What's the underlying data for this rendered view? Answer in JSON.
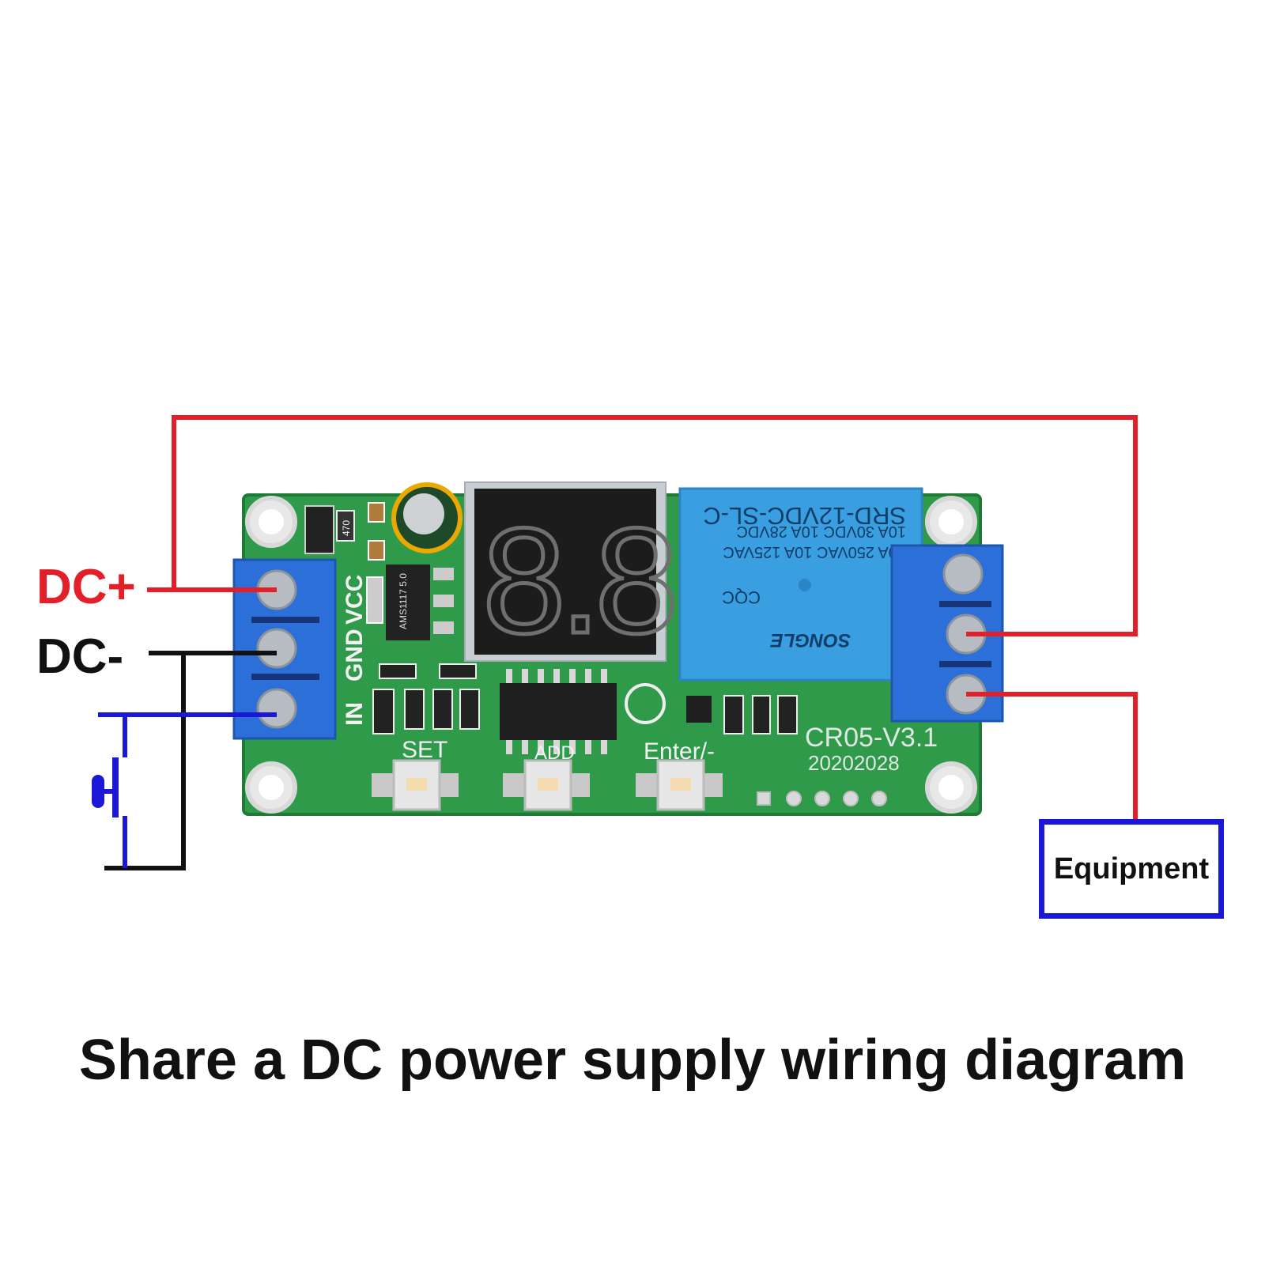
{
  "colors": {
    "positive_wire": "#e3202a",
    "negative_wire": "#111111",
    "switch_wire": "#1a18d6",
    "pcb_green": "#2f9a4a",
    "terminal_blue": "#2d6fd8",
    "relay_blue": "#3a9fe0",
    "display_black": "#1c1c1c"
  },
  "labels": {
    "dc_plus": "DC+",
    "dc_minus": "DC-",
    "equipment": "Equipment",
    "caption": "Share a DC power supply wiring diagram"
  },
  "board": {
    "pin_labels": [
      "VCC",
      "GND",
      "IN"
    ],
    "display_digits": "8.8.",
    "regulator_text": "AMS1117 5.0",
    "resistor_text": "470",
    "button_labels": [
      "SET",
      "ADD",
      "Enter/-"
    ],
    "model": "CR05-V3.1",
    "date_code": "20202028",
    "relay": {
      "model": "SRD-12VDC-SL-C",
      "rating_1": "10A 250VAC  10A 125VAC",
      "rating_2": "10A 30VDC  10A 28VDC",
      "brand": "SONGLE",
      "cert": "CQC"
    }
  },
  "icons": [
    "push-button-switch-icon",
    "screw-terminal-icon",
    "seven-segment-display-icon",
    "relay-icon"
  ]
}
